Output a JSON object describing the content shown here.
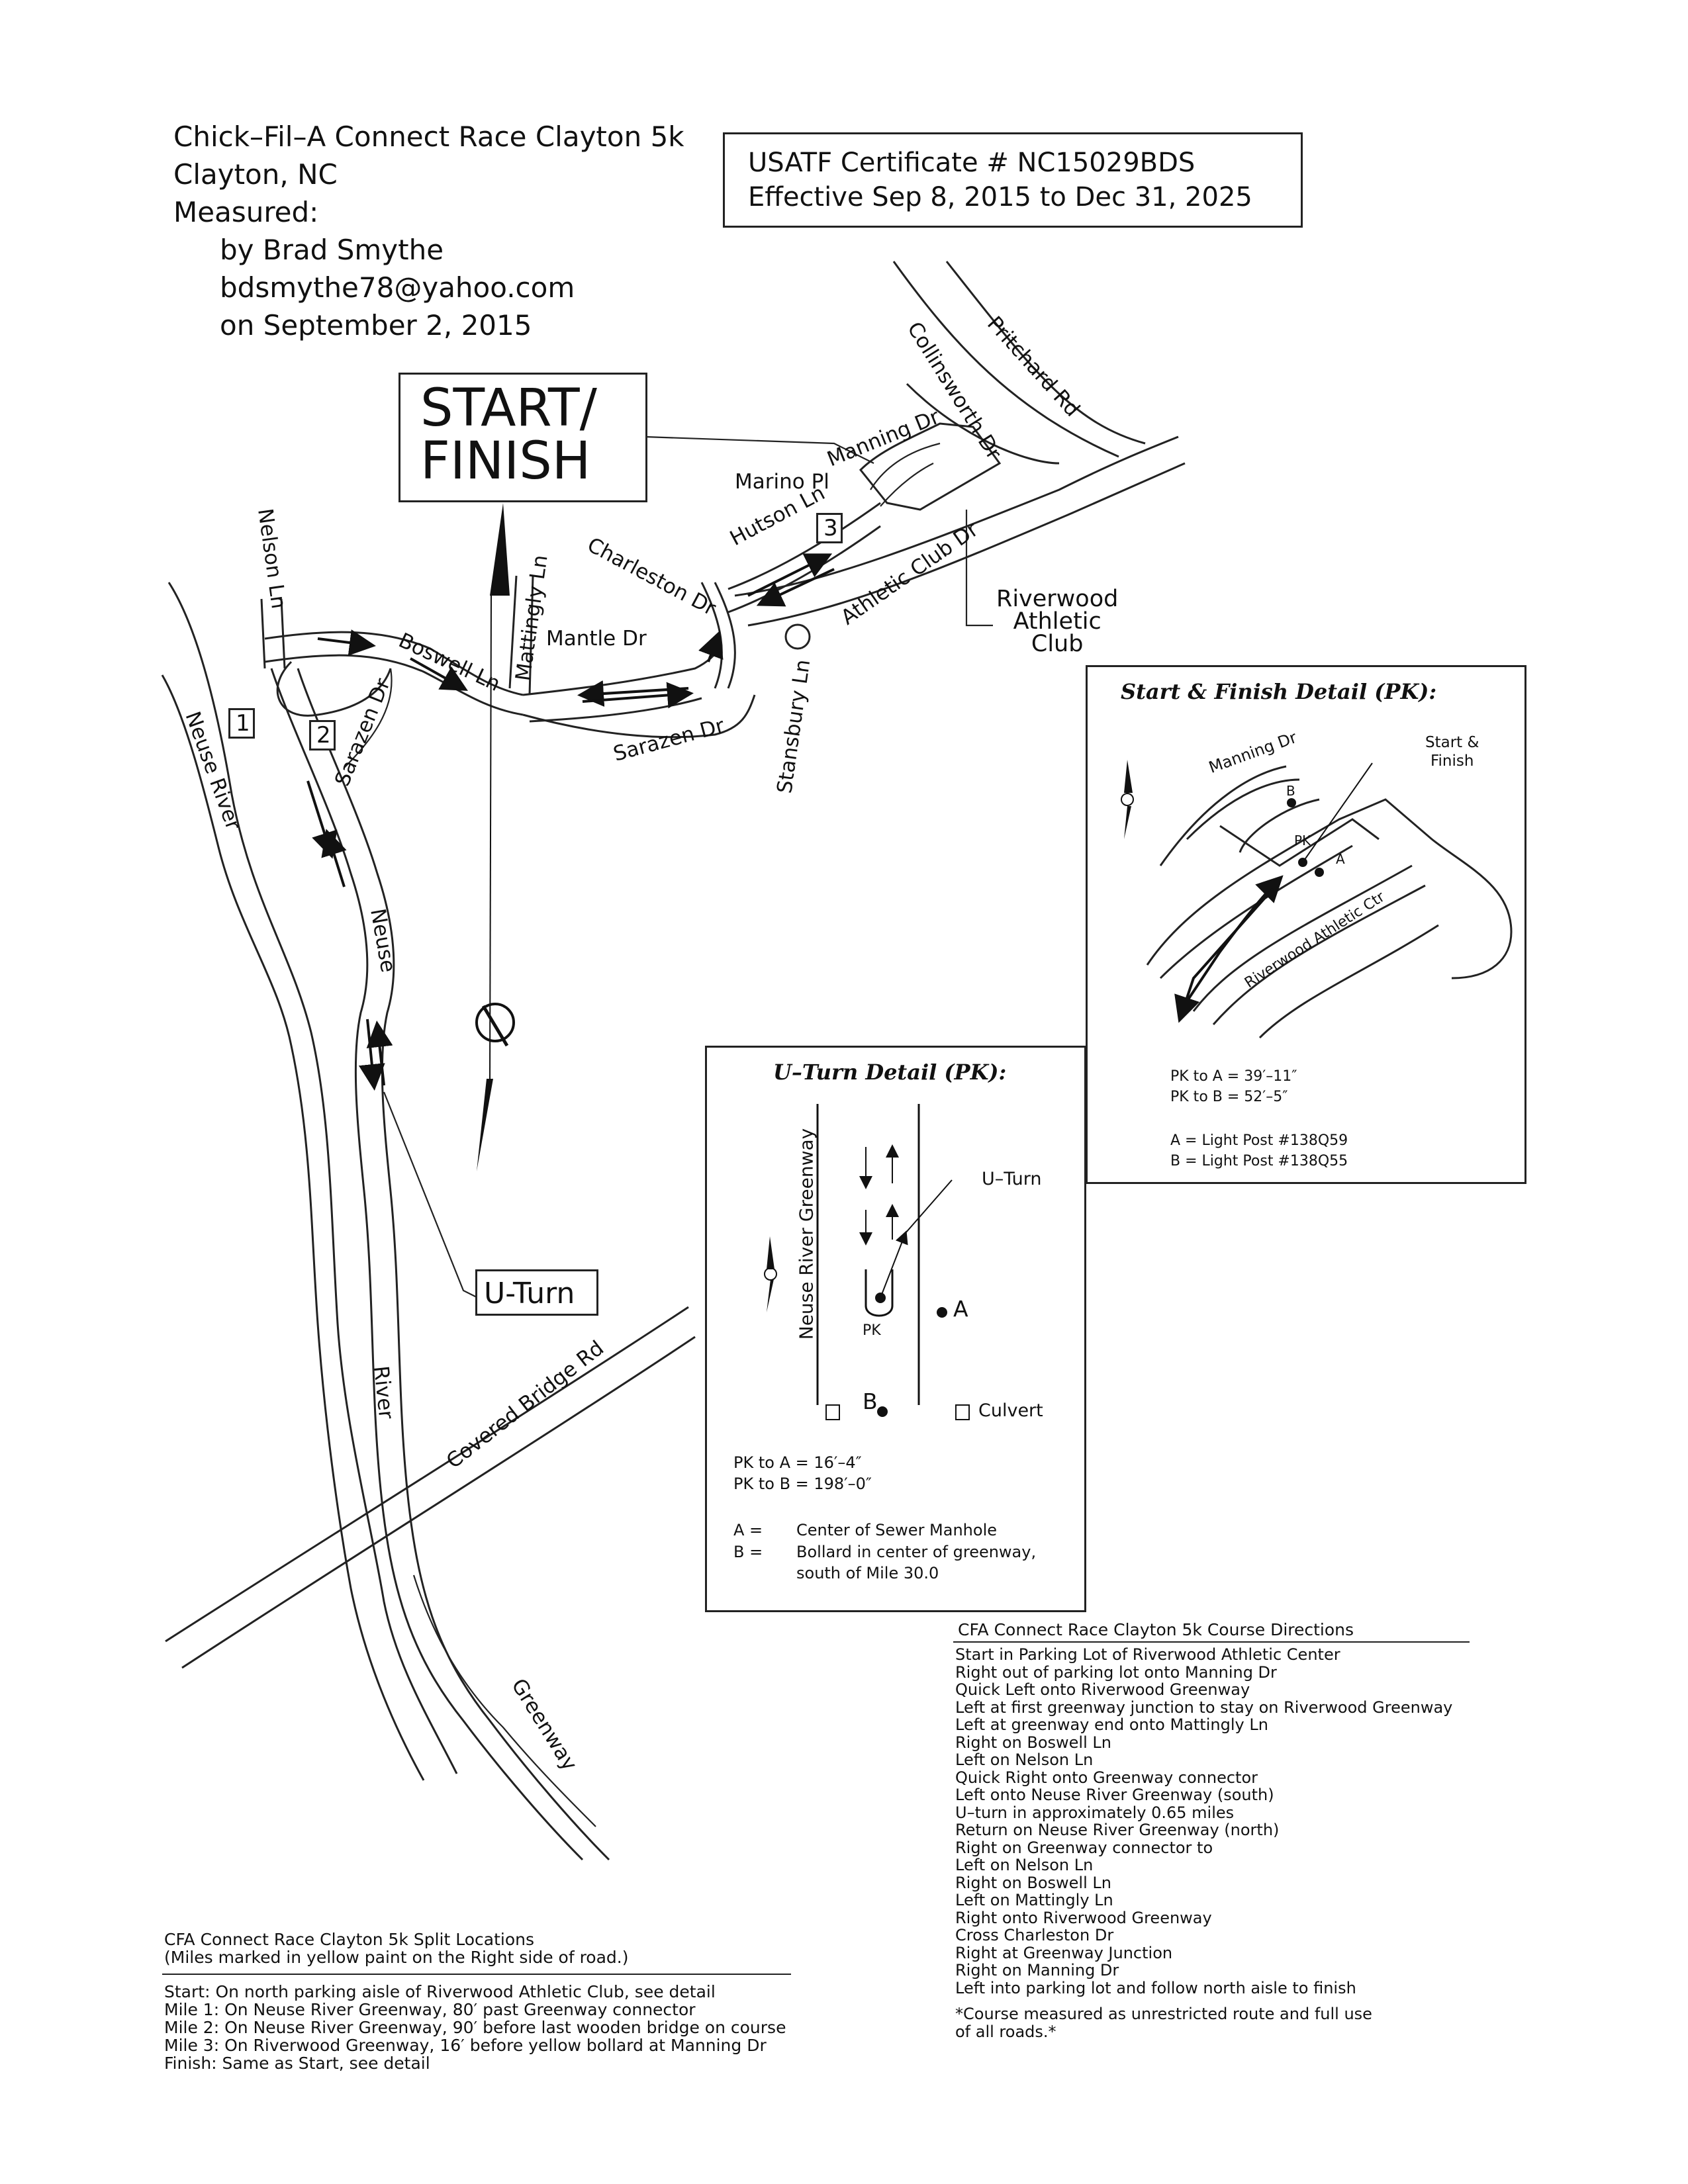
{
  "header": {
    "lines": [
      "Chick–Fil–A Connect Race Clayton 5k",
      "Clayton, NC",
      "Measured:"
    ],
    "indented": [
      "by Brad Smythe",
      "bdsmythe78@yahoo.com",
      "on September 2, 2015"
    ]
  },
  "certificate": {
    "line1": "USATF Certificate # NC15029BDS",
    "line2": "Effective Sep 8, 2015 to Dec 31, 2025"
  },
  "start_finish_box": {
    "line1": "START/",
    "line2": "FINISH"
  },
  "uturn_box": {
    "label": "U-Turn"
  },
  "streets": {
    "pritchard": "Pritchard Rd",
    "collinsworth": "Collinsworth Dr",
    "manning": "Manning Dr",
    "marino": "Marino Pl",
    "hutson": "Hutson Ln",
    "charleston": "Charleston Dr",
    "athletic": "Athletic Club Dr",
    "riverwood1": "Riverwood",
    "riverwood2": "Athletic",
    "riverwood3": "Club",
    "nelson": "Nelson Ln",
    "mattingly": "Mattingly Ln",
    "boswell": "Boswell Ln",
    "mantle": "Mantle Dr",
    "sarazen": "Sarazen Dr",
    "stansbury": "Stansbury Ln",
    "neuse_river": "Neuse River",
    "neuse": "Neuse",
    "river": "River",
    "covered_bridge": "Covered Bridge Rd",
    "greenway": "Greenway"
  },
  "mile_markers": [
    "1",
    "2",
    "3"
  ],
  "sf_detail": {
    "title": "Start & Finish Detail (PK):",
    "manning": "Manning Dr",
    "start_label1": "Start &",
    "start_label2": "Finish",
    "ctr": "Riverwood Athletic Ctr",
    "b": "B",
    "a": "A",
    "pk": "PK",
    "m1": "PK to A = 39′–11″",
    "m2": "PK to B = 52′–5″",
    "l1": "A = Light Post #138Q59",
    "l2": "B = Light Post #138Q55"
  },
  "uturn_detail": {
    "title": "U–Turn Detail (PK):",
    "greenway": "Neuse River Greenway",
    "uturn": "U–Turn",
    "a": "A",
    "b": "B",
    "pk": "PK",
    "culvert": "Culvert",
    "m1": "PK to A = 16′–4″",
    "m2": "PK to B = 198′–0″",
    "l1a": "A =",
    "l1b": "Center of Sewer Manhole",
    "l2a": "B =",
    "l2b": "Bollard in center of greenway,",
    "l2c": "south of Mile 30.0"
  },
  "directions": {
    "title": "CFA Connect Race Clayton 5k Course Directions",
    "steps": [
      "Start in Parking Lot of Riverwood Athletic Center",
      "Right out of parking lot onto Manning Dr",
      "Quick Left onto Riverwood Greenway",
      "Left at first greenway junction to stay on Riverwood Greenway",
      "Left at greenway end onto Mattingly Ln",
      "Right on Boswell Ln",
      "Left on Nelson Ln",
      "Quick Right onto Greenway connector",
      "Left onto Neuse River Greenway (south)",
      "U–turn in approximately 0.65 miles",
      "Return on Neuse River Greenway (north)",
      "Right on Greenway connector to",
      "Left on Nelson Ln",
      "Right on Boswell Ln",
      "Left on Mattingly Ln",
      "Right onto Riverwood Greenway",
      "Cross Charleston Dr",
      "Right at Greenway Junction",
      "Right on Manning Dr",
      "Left into parking lot and follow north aisle to finish"
    ],
    "note1": "*Course measured as unrestricted route and full use",
    "note2": "of all roads.*"
  },
  "splits": {
    "title": "CFA Connect Race Clayton 5k Split Locations",
    "subtitle": "(Miles marked in yellow paint on the Right side of road.)",
    "items": [
      "Start: On north parking aisle of Riverwood Athletic Club, see detail",
      "Mile 1: On Neuse River Greenway, 80′ past Greenway connector",
      "Mile 2: On Neuse River Greenway, 90′ before last wooden bridge on course",
      "Mile 3: On Riverwood Greenway, 16′ before yellow bollard at Manning Dr",
      "Finish: Same as Start, see detail"
    ]
  },
  "colors": {
    "ink": "#111111",
    "paper": "#ffffff"
  }
}
